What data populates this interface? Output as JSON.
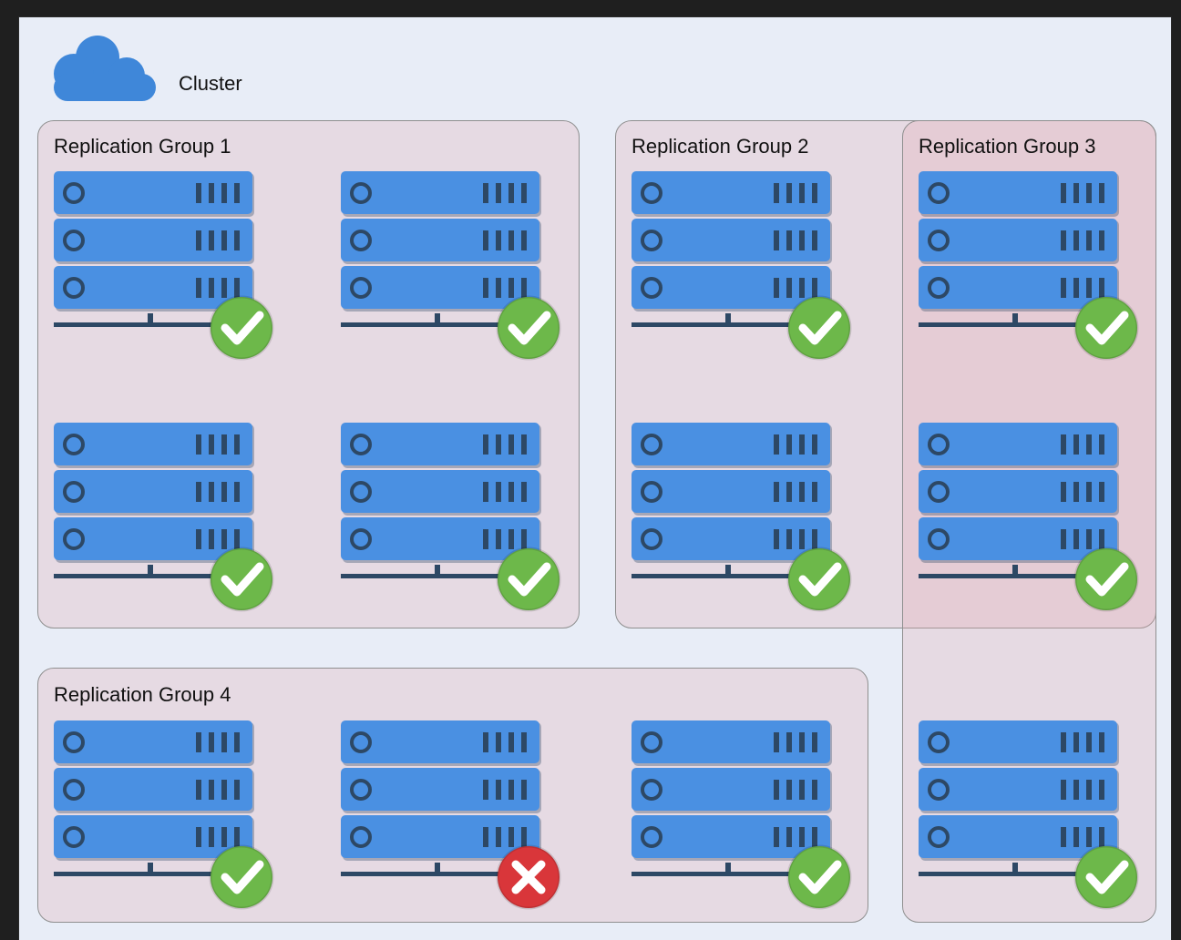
{
  "cluster": {
    "label": "Cluster",
    "icon": "cloud-icon",
    "cloud_color": "#3f87d9"
  },
  "groups": [
    {
      "label": "Replication Group 1"
    },
    {
      "label": "Replication Group 2"
    },
    {
      "label": "Replication Group 3"
    },
    {
      "label": "Replication Group 4"
    }
  ],
  "colors": {
    "server_blue": "#4a90e2",
    "server_dark": "#2d4865",
    "ok_green": "#6db84a",
    "fail_red": "#d9363a",
    "group_fill": "#e3c9cf",
    "canvas_bg": "#e8edf7"
  },
  "servers": [
    {
      "id": "s1",
      "status": "ok",
      "status_icon": "check-icon"
    },
    {
      "id": "s2",
      "status": "ok",
      "status_icon": "check-icon"
    },
    {
      "id": "s3",
      "status": "ok",
      "status_icon": "check-icon"
    },
    {
      "id": "s4",
      "status": "ok",
      "status_icon": "check-icon"
    },
    {
      "id": "s5",
      "status": "ok",
      "status_icon": "check-icon"
    },
    {
      "id": "s6",
      "status": "ok",
      "status_icon": "check-icon"
    },
    {
      "id": "s7",
      "status": "ok",
      "status_icon": "check-icon"
    },
    {
      "id": "s8",
      "status": "ok",
      "status_icon": "check-icon"
    },
    {
      "id": "s9",
      "status": "ok",
      "status_icon": "check-icon"
    },
    {
      "id": "s10",
      "status": "fail",
      "status_icon": "x-icon"
    },
    {
      "id": "s11",
      "status": "ok",
      "status_icon": "check-icon"
    },
    {
      "id": "s12",
      "status": "ok",
      "status_icon": "check-icon"
    }
  ]
}
